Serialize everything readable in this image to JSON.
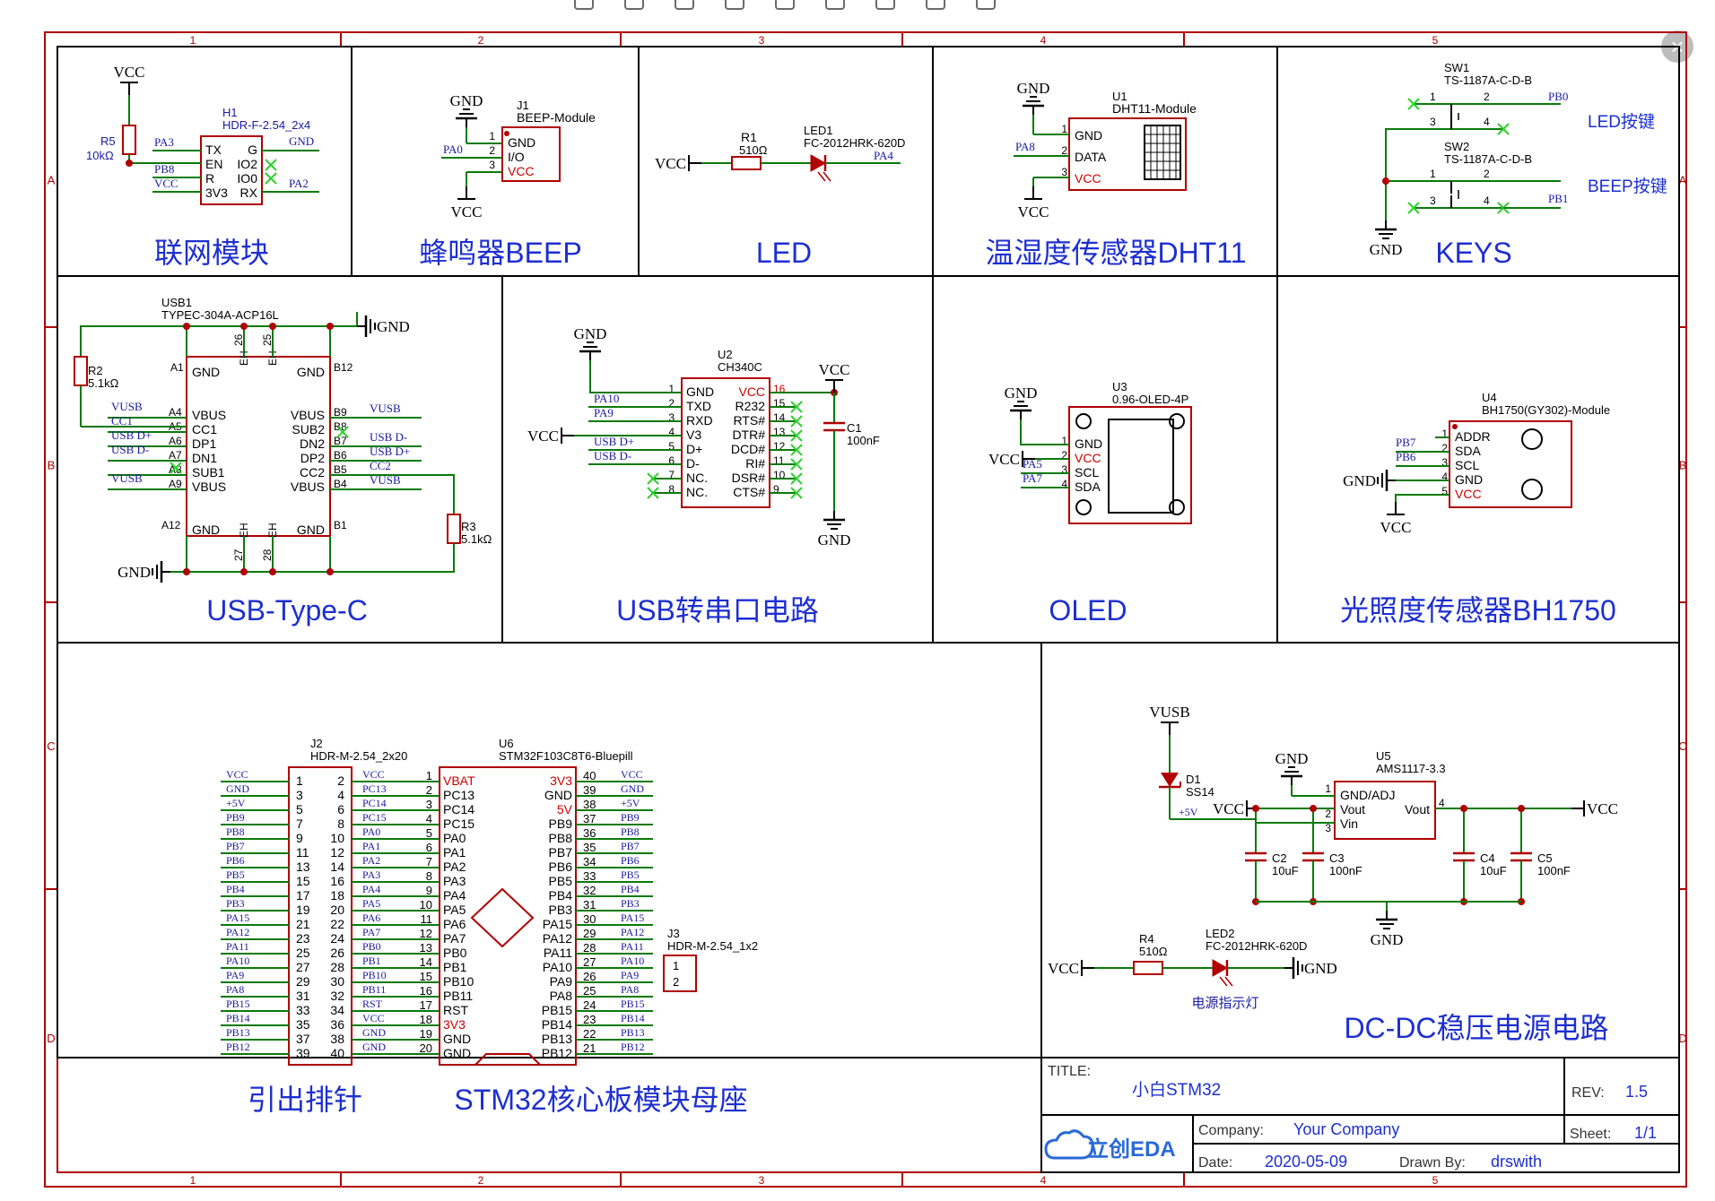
{
  "grid": {
    "cols": [
      "1",
      "2",
      "3",
      "4",
      "5"
    ],
    "rows": [
      "A",
      "B",
      "C",
      "D"
    ]
  },
  "nets": {
    "vcc": "VCC",
    "gnd": "GND",
    "vusb": "VUSB",
    "p5v": "+5V"
  },
  "wifi": {
    "title": "联网模块",
    "ref": "H1",
    "part": "HDR-F-2.54_2x4",
    "r_ref": "R5",
    "r_val": "10kΩ",
    "left_pins": [
      "TX",
      "EN",
      "R",
      "3V3"
    ],
    "right_pins": [
      "G",
      "IO2",
      "IO0",
      "RX"
    ],
    "nets": [
      "PA3",
      "PB8",
      "VCC",
      "GND",
      "PA2"
    ]
  },
  "beep": {
    "title": "蜂鸣器BEEP",
    "ref": "J1",
    "part": "BEEP-Module",
    "pins": [
      "GND",
      "I/O",
      "VCC"
    ],
    "net": "PA0"
  },
  "led": {
    "title": "LED",
    "r_ref": "R1",
    "r_val": "510Ω",
    "ref": "LED1",
    "part": "FC-2012HRK-620D",
    "net": "PA4"
  },
  "dht": {
    "title": "温湿度传感器DHT11",
    "ref": "U1",
    "part": "DHT11-Module",
    "pins": [
      "GND",
      "DATA",
      "VCC"
    ],
    "net": "PA8"
  },
  "keys": {
    "title": "KEYS",
    "sw1": "SW1",
    "sw2": "SW2",
    "part": "TS-1187A-C-D-B",
    "led_label": "LED按键",
    "beep_label": "BEEP按键",
    "nets": [
      "PB0",
      "PB1"
    ]
  },
  "usbc": {
    "title": "USB-Type-C",
    "ref": "USB1",
    "part": "TYPEC-304A-ACP16L",
    "r2_ref": "R2",
    "r2_val": "5.1kΩ",
    "r3_ref": "R3",
    "r3_val": "5.1kΩ",
    "left_pins": [
      "VBUS",
      "CC1",
      "DP1",
      "DN1",
      "SUB1",
      "VBUS"
    ],
    "right_pins": [
      "VBUS",
      "SUB2",
      "DN2",
      "DP2",
      "CC2",
      "VBUS"
    ],
    "left_nums": [
      "A4",
      "A5",
      "A6",
      "A7",
      "A8",
      "A9"
    ],
    "right_nums": [
      "B9",
      "B8",
      "B7",
      "B6",
      "B5",
      "B4"
    ],
    "corner_nums": [
      "A1",
      "B12",
      "A12",
      "B1",
      "26",
      "25",
      "27",
      "28"
    ],
    "nets": [
      "VUSB",
      "CC1",
      "USB D+",
      "USB D-",
      "VUSB",
      "USB D-",
      "USB D+",
      "CC2"
    ],
    "eh": "EH"
  },
  "ch340": {
    "title": "USB转串口电路",
    "ref": "U2",
    "part": "CH340C",
    "left_pins": [
      "GND",
      "TXD",
      "RXD",
      "V3",
      "D+",
      "D-",
      "NC.",
      "NC."
    ],
    "right_pins": [
      "VCC",
      "R232",
      "RTS#",
      "DTR#",
      "DCD#",
      "RI#",
      "DSR#",
      "CTS#"
    ],
    "left_nums": [
      "1",
      "2",
      "3",
      "4",
      "5",
      "6",
      "7",
      "8"
    ],
    "right_nums": [
      "16",
      "15",
      "14",
      "13",
      "12",
      "11",
      "10",
      "9"
    ],
    "nets": [
      "PA10",
      "PA9",
      "USB D+",
      "USB D-"
    ],
    "c_ref": "C1",
    "c_val": "100nF"
  },
  "oled": {
    "title": "OLED",
    "ref": "U3",
    "part": "0.96-OLED-4P",
    "pins": [
      "GND",
      "VCC",
      "SCL",
      "SDA"
    ],
    "nets": [
      "PA5",
      "PA7"
    ]
  },
  "bh1750": {
    "title": "光照度传感器BH1750",
    "ref": "U4",
    "part": "BH1750(GY302)-Module",
    "pins": [
      "ADDR",
      "SDA",
      "SCL",
      "GND",
      "VCC"
    ],
    "nets": [
      "PB7",
      "PB6"
    ]
  },
  "header": {
    "title": "引出排针",
    "ref": "J2",
    "part": "HDR-M-2.54_2x20",
    "left_nets": [
      "VCC",
      "GND",
      "+5V",
      "PB9",
      "PB8",
      "PB7",
      "PB6",
      "PB5",
      "PB4",
      "PB3",
      "PA15",
      "PA12",
      "PA11",
      "PA10",
      "PA9",
      "PA8",
      "PB15",
      "PB14",
      "PB13",
      "PB12"
    ],
    "right_nets": [
      "VCC",
      "PC13",
      "PC14",
      "PC15",
      "PA0",
      "PA1",
      "PA2",
      "PA3",
      "PA4",
      "PA5",
      "PA6",
      "PA7",
      "PB0",
      "PB1",
      "PB10",
      "PB11",
      "RST",
      "VCC",
      "GND",
      "GND"
    ]
  },
  "stm32": {
    "title": "STM32核心板模块母座",
    "ref": "U6",
    "part": "STM32F103C8T6-Bluepill",
    "left_pins": [
      "VBAT",
      "PC13",
      "PC14",
      "PC15",
      "PA0",
      "PA1",
      "PA2",
      "PA3",
      "PA4",
      "PA5",
      "PA6",
      "PA7",
      "PB0",
      "PB1",
      "PB10",
      "PB11",
      "RST",
      "3V3",
      "GND",
      "GND"
    ],
    "right_pins": [
      "3V3",
      "GND",
      "5V",
      "PB9",
      "PB8",
      "PB7",
      "PB6",
      "PB5",
      "PB4",
      "PB3",
      "PA15",
      "PA12",
      "PA11",
      "PA10",
      "PA9",
      "PA8",
      "PB15",
      "PB14",
      "PB13",
      "PB12"
    ],
    "right_nets": [
      "VCC",
      "GND",
      "+5V",
      "PB9",
      "PB8",
      "PB7",
      "PB6",
      "PB5",
      "PB4",
      "PB3",
      "PA15",
      "PA12",
      "PA11",
      "PA10",
      "PA9",
      "PA8",
      "PB15",
      "PB14",
      "PB13",
      "PB12"
    ],
    "j3_ref": "J3",
    "j3_part": "HDR-M-2.54_1x2"
  },
  "dcdc": {
    "title": "DC-DC稳压电源电路",
    "d_ref": "D1",
    "d_part": "SS14",
    "u_ref": "U5",
    "u_part": "AMS1117-3.3",
    "u_pins": [
      "GND/ADJ",
      "Vout",
      "Vin",
      "Vout"
    ],
    "caps": [
      {
        "ref": "C2",
        "val": "10uF"
      },
      {
        "ref": "C3",
        "val": "100nF"
      },
      {
        "ref": "C4",
        "val": "10uF"
      },
      {
        "ref": "C5",
        "val": "100nF"
      }
    ],
    "r_ref": "R4",
    "r_val": "510Ω",
    "led_ref": "LED2",
    "led_part": "FC-2012HRK-620D",
    "led_label": "电源指示灯"
  },
  "titleblock": {
    "title_label": "TITLE:",
    "title": "小白STM32",
    "rev_label": "REV:",
    "rev": "1.5",
    "company_label": "Company:",
    "company": "Your Company",
    "sheet_label": "Sheet:",
    "sheet": "1/1",
    "date_label": "Date:",
    "date": "2020-05-09",
    "drawn_label": "Drawn By:",
    "drawn": "drswith",
    "logo": "立创EDA"
  },
  "colors": {
    "frame": "#b00000",
    "wire": "#0a7a0a",
    "text": "#1a1aa0",
    "title": "#1d2fd0",
    "pin_red": "#cc0000",
    "nc": "#2bd12b"
  }
}
